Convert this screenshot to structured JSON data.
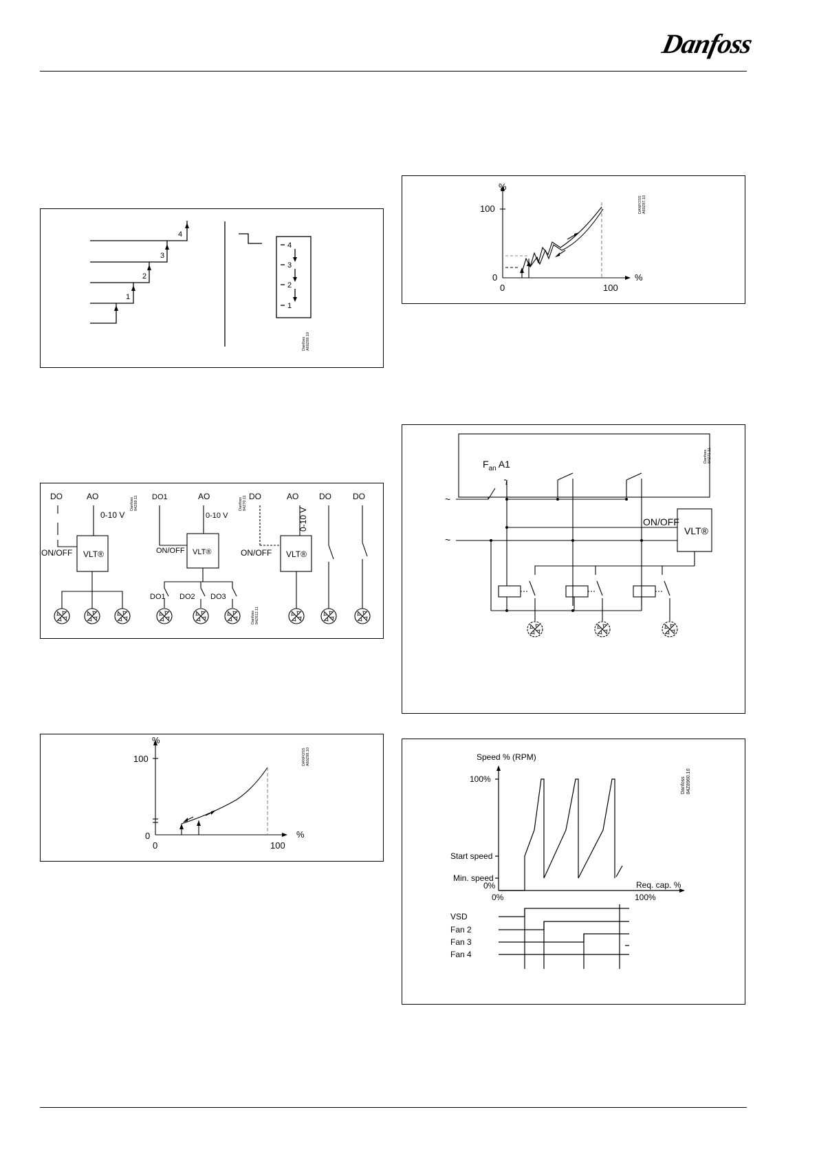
{
  "brand": {
    "logo_text": "Danfoss"
  },
  "fig1": {
    "steps": [
      "1",
      "2",
      "3",
      "4"
    ],
    "switch_steps": [
      "4",
      "3",
      "2",
      "1"
    ],
    "code": [
      "Danfoss",
      "A60Z89.10"
    ]
  },
  "fig2": {
    "a": {
      "do": "DO",
      "ao": "AO",
      "range": "0-10 V",
      "onoff": "ON/OFF",
      "vlt": "VLT®"
    },
    "b": {
      "do": "DO1",
      "ao": "AO",
      "range": "0-10 V",
      "onoff": "ON/OFF",
      "vlt": "VLT®",
      "outputs": [
        "DO1",
        "DO2",
        "DO3"
      ]
    },
    "c": {
      "do": "DO",
      "ao": "AO",
      "range": "0-10 V",
      "onoff": "ON/OFF",
      "vlt": "VLT®",
      "do2": "DO",
      "do3": "DO"
    },
    "code1": [
      "Danfoss",
      "84Z69.11"
    ],
    "code2": [
      "Danfoss",
      "84Z70.11"
    ],
    "code3": [
      "Danfoss",
      "84Z612.11"
    ]
  },
  "fig3": {
    "y_unit": "%",
    "x_unit": "%",
    "y_max": "100",
    "y_zero": "0",
    "x_zero": "0",
    "x_max": "100",
    "code": [
      "DANFOSS",
      "A60Z88.10"
    ]
  },
  "fig4": {
    "y_unit": "%",
    "x_unit": "%",
    "y_max": "100",
    "y_zero": "0",
    "x_zero": "0",
    "x_max": "100",
    "code": [
      "DANFOSS",
      "A60Z87.10"
    ]
  },
  "fig5": {
    "label_fan": "F",
    "label_fan_sub": "an",
    "label_fan_tail": " A1",
    "onoff": "ON/OFF",
    "vlt": "VLT®",
    "ac": "~",
    "code": [
      "Danfoss",
      "84Z71.11"
    ]
  },
  "fig6": {
    "y_label": "Speed % (RPM)",
    "y_100": "100%",
    "start_speed": "Start speed",
    "min_speed": "Min. speed",
    "y_0": "0%",
    "x_0": "0%",
    "x_100": "100%",
    "x_label": "Req. cap. %",
    "rows": [
      "VSD",
      "Fan 2",
      "Fan 3",
      "Fan 4"
    ],
    "code": [
      "Danfoss",
      "84Z8960.10"
    ]
  }
}
